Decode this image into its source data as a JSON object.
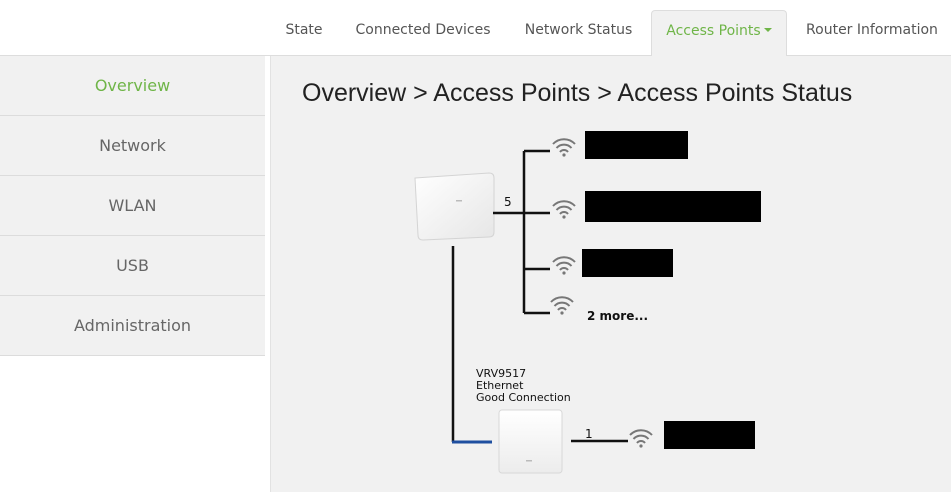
{
  "nav": {
    "tabs": [
      {
        "label": "State"
      },
      {
        "label": "Connected Devices"
      },
      {
        "label": "Network Status"
      },
      {
        "label": "Access Points"
      },
      {
        "label": "Router Information"
      }
    ],
    "active_tab": "Access Points"
  },
  "sidebar": {
    "items": [
      {
        "label": "Overview"
      },
      {
        "label": "Network"
      },
      {
        "label": "WLAN"
      },
      {
        "label": "USB"
      },
      {
        "label": "Administration"
      }
    ],
    "active_item": "Overview"
  },
  "main": {
    "breadcrumb": "Overview > Access Points > Access Points Status",
    "router": {
      "client_count": "5",
      "more_link": "2 more..."
    },
    "extender": {
      "model": "VRV9517",
      "connection_type": "Ethernet",
      "connection_quality": "Good Connection",
      "client_count": "1"
    }
  },
  "colors": {
    "accent": "#6fb548",
    "backhaul_line": "#1f4fa0",
    "tree_line": "#111111",
    "panel_bg": "#f1f1f1"
  }
}
